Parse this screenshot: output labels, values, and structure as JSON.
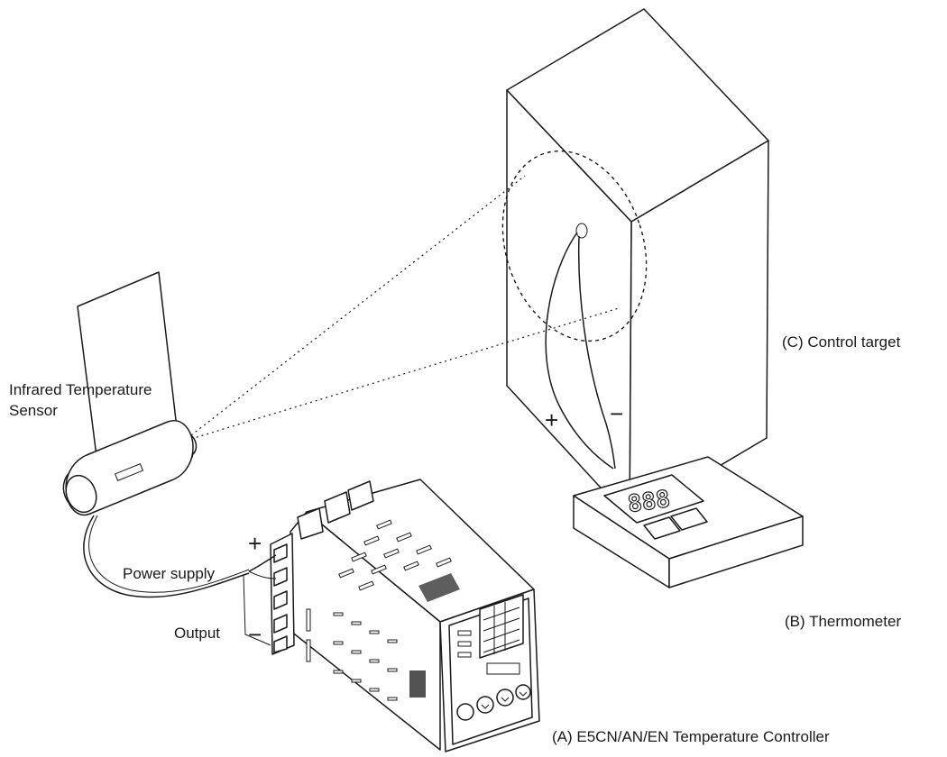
{
  "labels": {
    "sensor_line1": "Infrared Temperature",
    "sensor_line2": "Sensor",
    "control_target": "(C) Control target",
    "thermometer": "(B) Thermometer",
    "controller": "(A) E5CN/AN/EN Temperature Controller",
    "power_supply": "Power supply",
    "output": "Output"
  },
  "polarity": {
    "plus": "+",
    "minus": "−"
  },
  "thermometer_display": "888"
}
